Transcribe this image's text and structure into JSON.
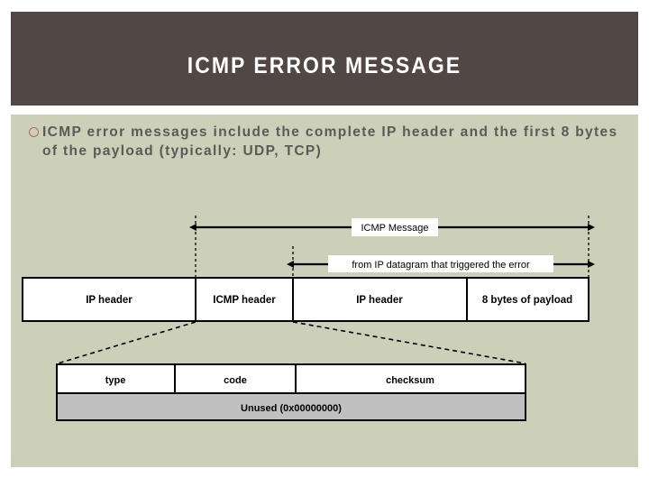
{
  "slide": {
    "title": "ICMP ERROR MESSAGE",
    "title_color": "#FFFFFF",
    "banner_color": "#514745",
    "body_color": "#CCD0B8",
    "bullet_color": "#B06A56",
    "text_color": "#5A5A57"
  },
  "bullets": [
    {
      "marker": "hollow-circle",
      "text": "ICMP error messages include the complete IP header and the first 8 bytes of the payload (typically: UDP, TCP)"
    }
  ],
  "diagram": {
    "name": "icmp-error-message-packet-layout",
    "arrows": [
      {
        "id": "icmp-message-span",
        "label": "ICMP Message"
      },
      {
        "id": "triggering-datagram-span",
        "label": "from IP datagram that triggered the error"
      }
    ],
    "packet_row": {
      "name": "icmp-error-packet-fields",
      "fields": [
        {
          "label": "IP header"
        },
        {
          "label": "ICMP header"
        },
        {
          "label": "IP header"
        },
        {
          "label": "8 bytes of payload"
        }
      ]
    },
    "icmp_header_detail": {
      "name": "icmp-header-detail",
      "row1": [
        {
          "label": "type"
        },
        {
          "label": "code"
        },
        {
          "label": "checksum"
        }
      ],
      "row2": [
        {
          "label": "Unused (0x00000000)",
          "fill": "#C0C0C0"
        }
      ]
    }
  }
}
